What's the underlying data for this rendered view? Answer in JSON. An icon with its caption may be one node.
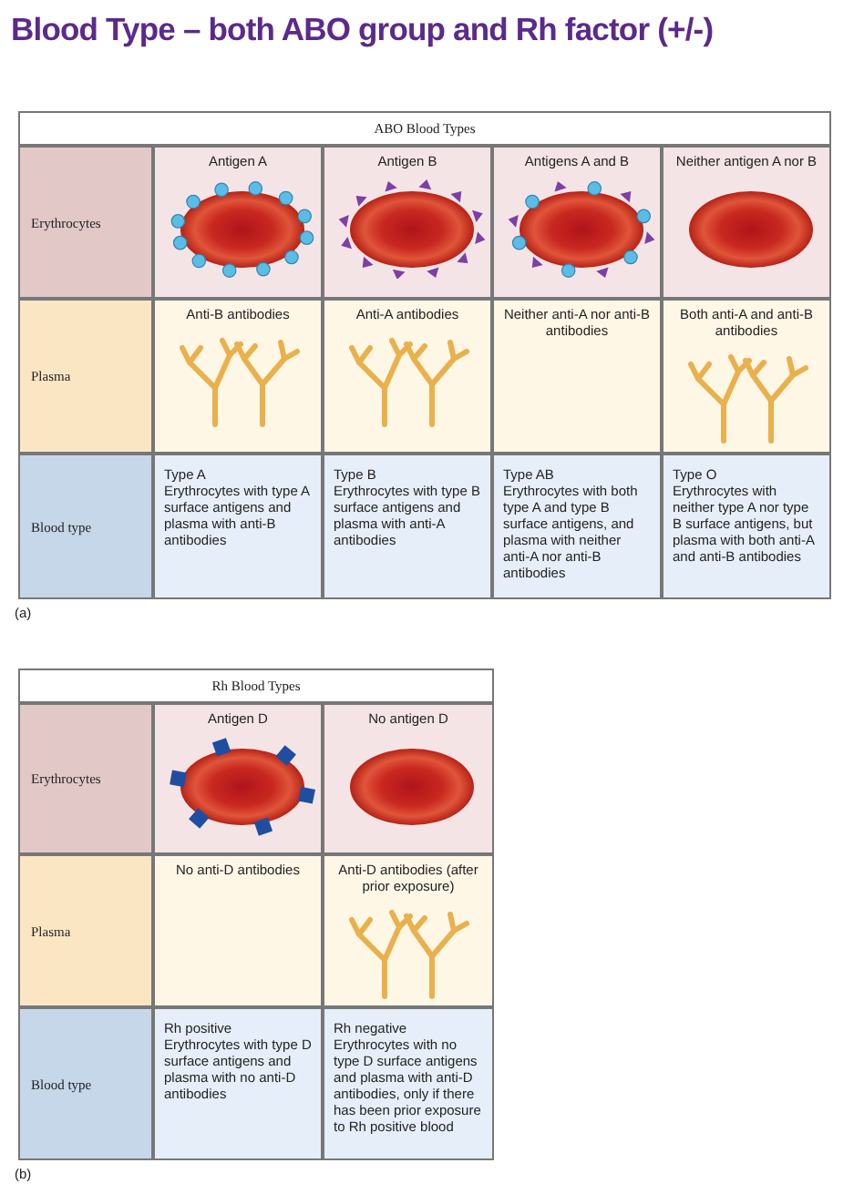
{
  "diagram": {
    "title": "Blood Type – both ABO group and Rh factor (+/-)",
    "labels": [
      "ABO Blood Types",
      "Erythrocytes",
      "Antigen A",
      "Antigen B",
      "Antigens A and B",
      "Neither antigen A nor B",
      "Plasma",
      "Anti-B antibodies",
      "Anti-A antibodies",
      "Neither anti-A nor anti-B antibodies",
      "Both anti-A and anti-B antibodies",
      "Blood type",
      "Type A",
      "Erythrocytes with type A surface antigens and plasma with anti-B antibodies",
      "Type B",
      "Erythrocytes with type B surface antigens and plasma with anti-A antibodies",
      "Type AB",
      "Erythrocytes with both type A and type B surface antigens, and plasma with neither anti-A nor anti-B antibodies",
      "Type O",
      "Erythrocytes with neither type A nor type B surface antigens, but plasma with both anti-A and anti-B antibodies",
      "(a)",
      "Rh Blood Types",
      "Erythrocytes",
      "Antigen D",
      "No antigen D",
      "Plasma",
      "No anti-D antibodies",
      "Anti-D antibodies (after prior exposure)",
      "Blood type",
      "Rh positive",
      "Erythrocytes with type D surface antigens and plasma with no anti-D antibodies",
      "Rh negative",
      "Erythrocytes with no type D surface antigens and plasma with anti-D antibodies, only if there has been prior exposure to Rh positive blood",
      "(b)"
    ]
  }
}
